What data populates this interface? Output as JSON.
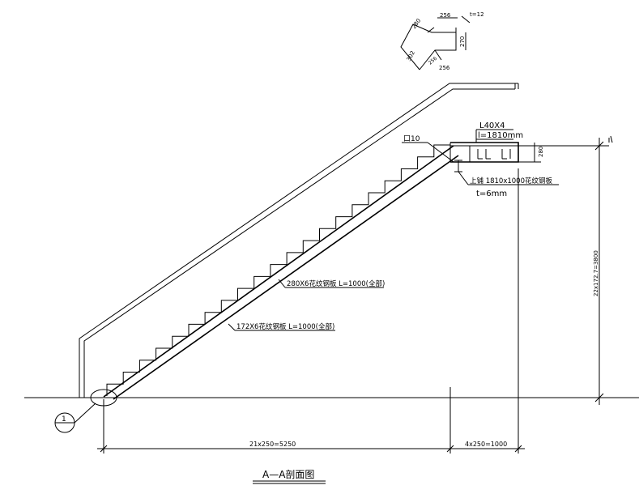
{
  "drawing": {
    "title": "A—A剖面图"
  },
  "detail_sketch": {
    "dim_top": "256",
    "dim_t": "t=12",
    "dim_left_top": "280",
    "dim_right": "270",
    "dim_left_mid": "302",
    "dim_inner": "256",
    "dim_bottom": "256"
  },
  "labels": {
    "angle_spec": "L40X4",
    "angle_length": "l=1810mm",
    "bar_spec": "口10",
    "platform_plate": "上铺 1810x1000花纹钢板",
    "platform_thickness": "t=6mm",
    "tread_plate": "280X6花纹钢板  L=1000(全部)",
    "riser_plate": "172X6花纹钢板  L=1000(全部)",
    "detail_ref": "1"
  },
  "dimensions": {
    "platform_height": "280",
    "total_height": "22x172.7=3800",
    "run_length": "21x250=5250",
    "platform_length": "4x250=1000"
  }
}
